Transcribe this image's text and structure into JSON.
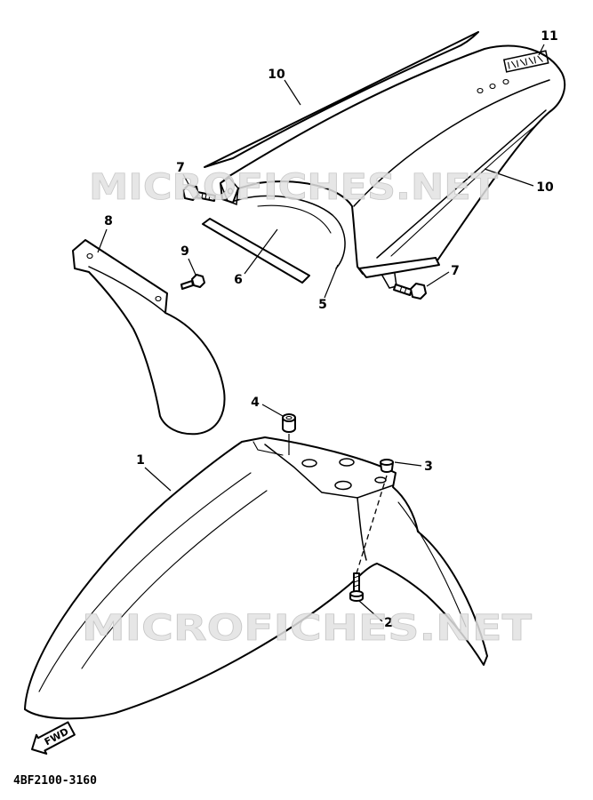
{
  "diagram": {
    "callouts": {
      "part_1": "1",
      "part_2": "2",
      "part_3": "3",
      "part_4": "4",
      "part_5": "5",
      "part_6": "6",
      "part_7_left": "7",
      "part_7_right": "7",
      "part_8": "8",
      "part_9": "9",
      "part_10_top": "10",
      "part_10_right": "10",
      "part_11": "11"
    },
    "direction_marker": "FWD",
    "figure_code": "4BF2100-3160",
    "watermark": "MICROFICHES.NET"
  },
  "colors": {
    "background": "#ffffff",
    "line": "#000000",
    "watermark": "#c9c9c9"
  }
}
